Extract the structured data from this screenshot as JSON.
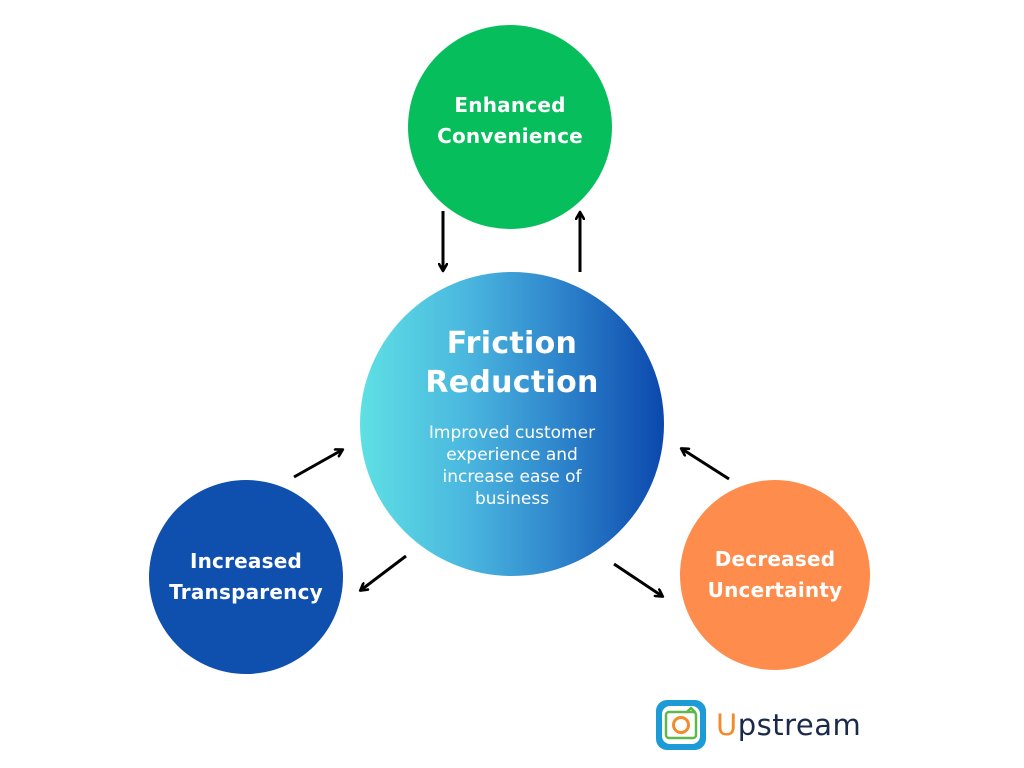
{
  "diagram": {
    "top_node": {
      "title": "Enhanced\nConvenience",
      "color": "#06bf5c"
    },
    "center_node": {
      "title": "Friction\nReduction",
      "subtitle": "Improved customer experience and increase ease of business",
      "gradient": [
        "#5fe0e4",
        "#0b48ad"
      ]
    },
    "left_node": {
      "title": "Increased\nTransparency",
      "color": "#0f4fad"
    },
    "right_node": {
      "title": "Decreased\nUncertainty",
      "color": "#fe8c4d"
    }
  },
  "logo": {
    "prefix": "U",
    "rest": "pstream",
    "icon": "upstream-logo-icon"
  }
}
